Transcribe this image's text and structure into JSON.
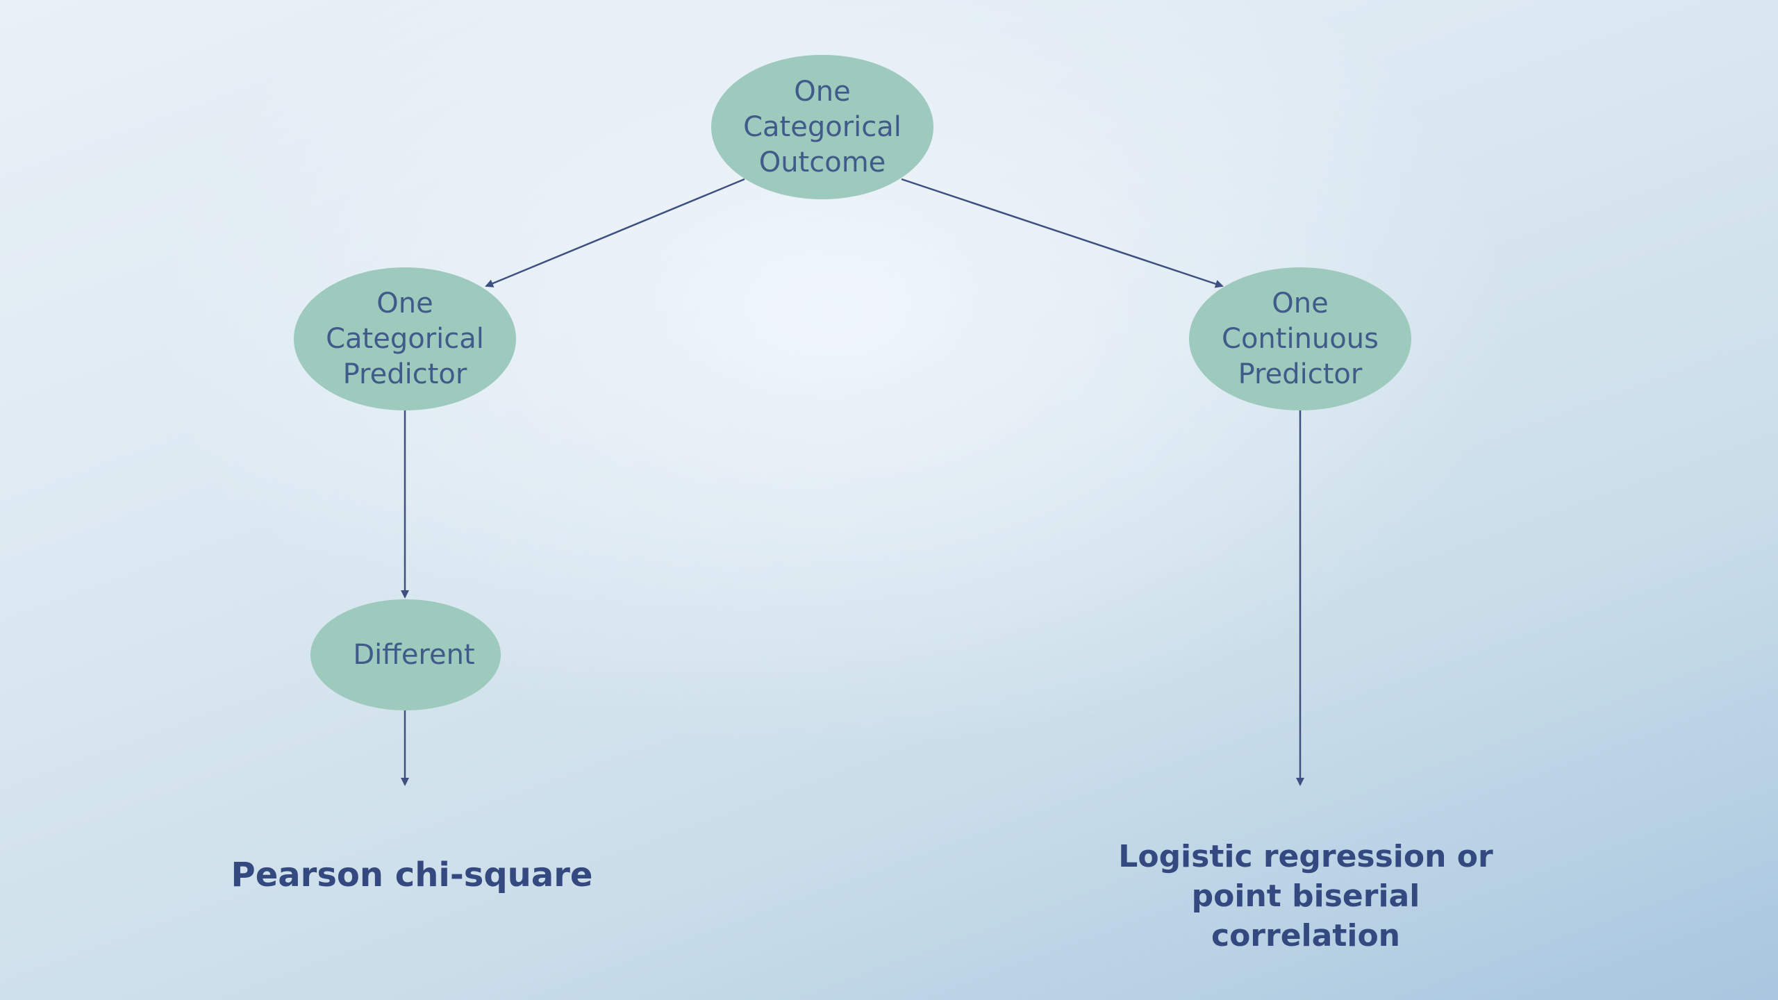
{
  "diagram": {
    "nodes": {
      "outcome": "One\nCategorical\nOutcome",
      "categorical_predictor": "One\nCategorical\nPredictor",
      "continuous_predictor": "One\nContinuous\nPredictor",
      "different": "Different"
    },
    "results": {
      "chi_square": "Pearson chi-square",
      "logistic": "Logistic regression or\npoint biserial\ncorrelation"
    },
    "colors": {
      "node_fill": "#9ec9bd",
      "node_text": "#3f5b8a",
      "result_text": "#34497f",
      "arrow": "#3e4f80"
    }
  }
}
